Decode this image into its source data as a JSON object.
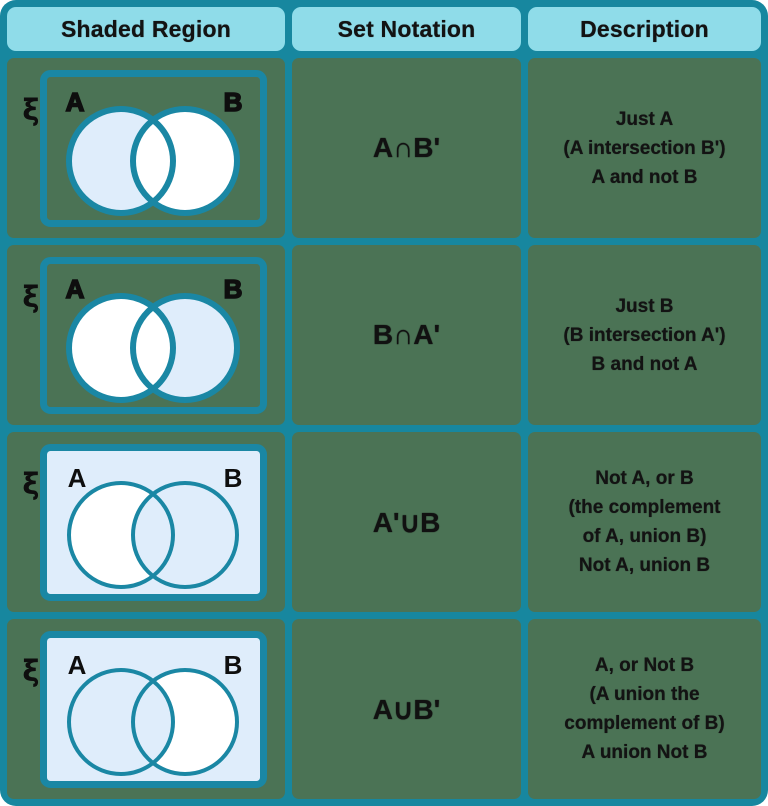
{
  "colors": {
    "grid_teal": "#17879F",
    "venn_stroke_teal": "#1A87A4",
    "header_bg": "#8FDCE9",
    "body_cell_bg": "#4B7355",
    "shaded_region_blue": "#DFEDFB",
    "unshaded_white": "#FFFFFF",
    "text_dark": "#131313"
  },
  "header": {
    "columns": [
      "Shaded Region",
      "Set Notation",
      "Description"
    ]
  },
  "rows": [
    {
      "diagram": {
        "xi": "ξ",
        "label_a": "A",
        "label_b": "B",
        "shaded": "just-a"
      },
      "notation": "A∩B'",
      "description_lines": [
        "Just A",
        "(A intersection B')",
        "A and not B"
      ]
    },
    {
      "diagram": {
        "xi": "ξ",
        "label_a": "A",
        "label_b": "B",
        "shaded": "just-b"
      },
      "notation": "B∩A'",
      "description_lines": [
        "Just B",
        "(B intersection A')",
        "B and not A"
      ]
    },
    {
      "diagram": {
        "xi": "ξ",
        "label_a": "A",
        "label_b": "B",
        "shaded": "all-except-just-a"
      },
      "notation": "A'∪B",
      "description_lines": [
        "Not A, or B",
        "(the complement",
        "of A, union B)",
        "Not A, union B"
      ]
    },
    {
      "diagram": {
        "xi": "ξ",
        "label_a": "A",
        "label_b": "B",
        "shaded": "all-except-just-b"
      },
      "notation": "A∪B'",
      "description_lines": [
        "A, or Not B",
        "(A union the",
        "complement of B)",
        "A union Not B"
      ]
    }
  ]
}
